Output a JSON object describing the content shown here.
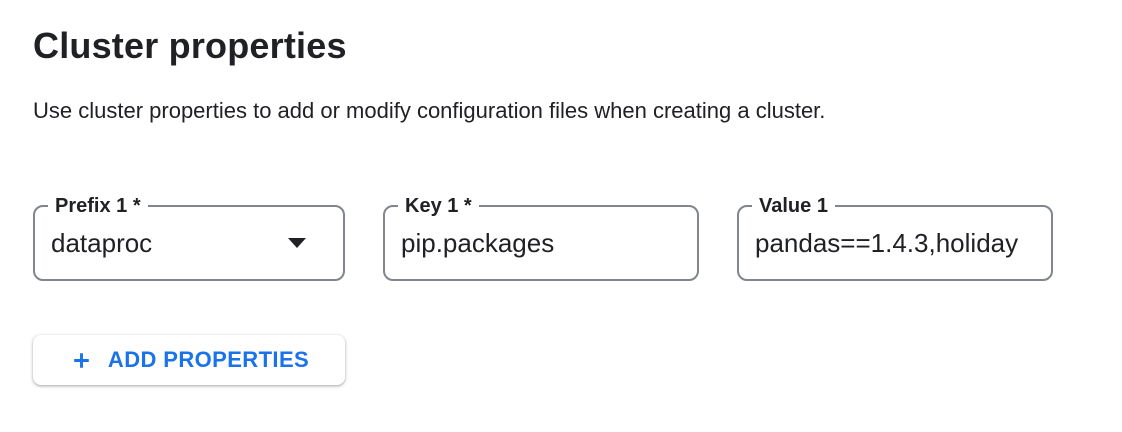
{
  "section": {
    "title": "Cluster properties",
    "description": "Use cluster properties to add or modify configuration files when creating a cluster."
  },
  "property_row": {
    "prefix": {
      "label": "Prefix 1 *",
      "value": "dataproc"
    },
    "key": {
      "label": "Key 1 *",
      "value": "pip.packages"
    },
    "value": {
      "label": "Value 1",
      "value": "pandas==1.4.3,holiday"
    }
  },
  "add_button": {
    "label": "ADD PROPERTIES"
  },
  "icons": {
    "plus_icon": "+",
    "dropdown_arrow_icon": "▼"
  },
  "colors": {
    "accent_blue": "#1a73e8",
    "text_primary": "#202124",
    "field_border": "#80868b",
    "background": "#ffffff"
  }
}
